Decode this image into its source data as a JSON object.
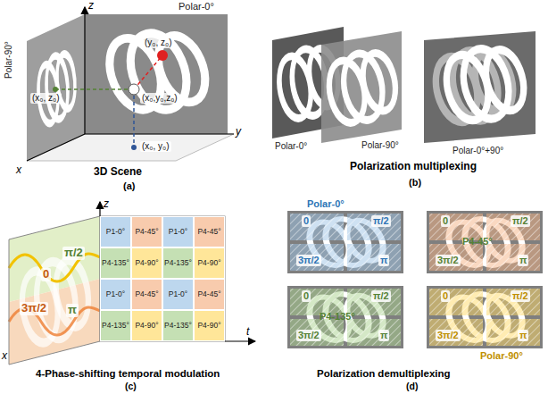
{
  "diagram": {
    "nodes": [
      {
        "text": [
          "Polar-0°"
        ]
      },
      {
        "text": [
          "Polar-90°"
        ]
      },
      {
        "text": [
          "Polar-0°+90°"
        ]
      },
      {
        "text": [
          "P1-0°"
        ]
      },
      {
        "text": [
          "P4-45°"
        ]
      },
      {
        "text": [
          "P1-0°"
        ]
      },
      {
        "text": [
          "P4-45°"
        ]
      },
      {
        "text": [
          "P4-135°"
        ]
      },
      {
        "text": [
          "P4-90°"
        ]
      },
      {
        "text": [
          "P4-135°"
        ]
      },
      {
        "text": [
          "P4-90°"
        ]
      },
      {
        "text": [
          "P1-0°"
        ]
      },
      {
        "text": [
          "P4-45°"
        ]
      },
      {
        "text": [
          "P1-0°"
        ]
      },
      {
        "text": [
          "P4-45°"
        ]
      },
      {
        "text": [
          "P4-135°"
        ]
      },
      {
        "text": [
          "P4-90°"
        ]
      },
      {
        "text": [
          "P4-135°"
        ]
      },
      {
        "text": [
          "P4-90°"
        ]
      },
      {
        "text": [
          "Polar-0°",
          "0",
          "π/2",
          "3π/2",
          "π"
        ]
      },
      {
        "text": [
          "P4-45°",
          "0",
          "π/2",
          "3π/2",
          "π"
        ]
      },
      {
        "text": [
          "P4-135°",
          "0",
          "π/2",
          "3π/2",
          "π"
        ]
      },
      {
        "text": [
          "Polar-90°",
          "0",
          "π/2",
          "3π/2",
          "π"
        ]
      }
    ],
    "labels": [
      "Polar-90°",
      "z",
      "Polar-0°",
      "(y₀, z₀)",
      "(x₀, z₀)",
      "(x₀,y₀,z₀)",
      "(x₀, y₀)",
      "x",
      "y",
      "3D Scene",
      "(a)",
      "Polarization multiplexing",
      "(b)",
      "z",
      "π/2",
      "0",
      "3π/2",
      "π",
      "x",
      "t",
      "4-Phase-shifting temporal modulation",
      "(c)",
      "Polarization demultiplexing",
      "(d)"
    ]
  }
}
